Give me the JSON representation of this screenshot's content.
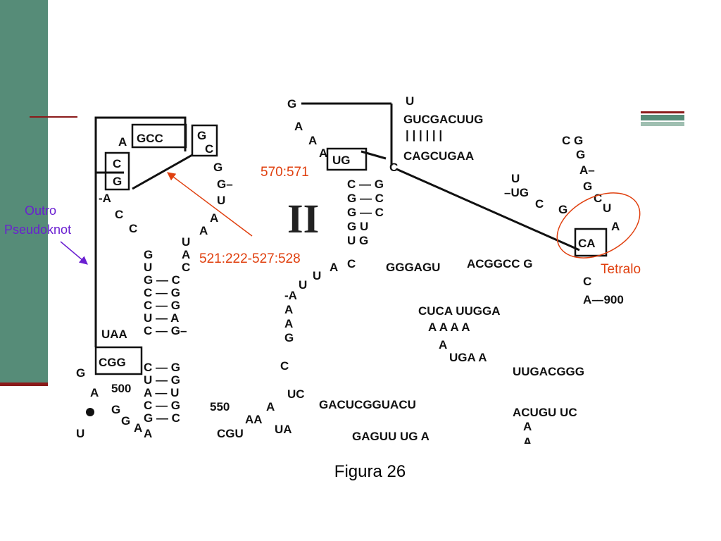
{
  "colors": {
    "bar_green": "#568c78",
    "rule_red": "#8b1a1a",
    "annotation_red": "#e0400f",
    "annotation_purple": "#6a1fd1"
  },
  "figure": {
    "domain_label": "II",
    "numbers": {
      "n500": "500",
      "n550": "550",
      "n900": "–900"
    },
    "boxed": {
      "gcc": "GCC",
      "g_top": "G",
      "c_top": "C",
      "cg_top": "C",
      "cg_bottom": "G",
      "ug": "UG",
      "cgg": "CGG",
      "ca": "CA"
    },
    "annotations": {
      "a570": "570:571",
      "a521": "521:222-527:528",
      "tetraloop": "Tetraloop",
      "outro_line1": "Outro",
      "outro_line2": "Pseudoknot"
    }
  },
  "caption": "Figura 26"
}
